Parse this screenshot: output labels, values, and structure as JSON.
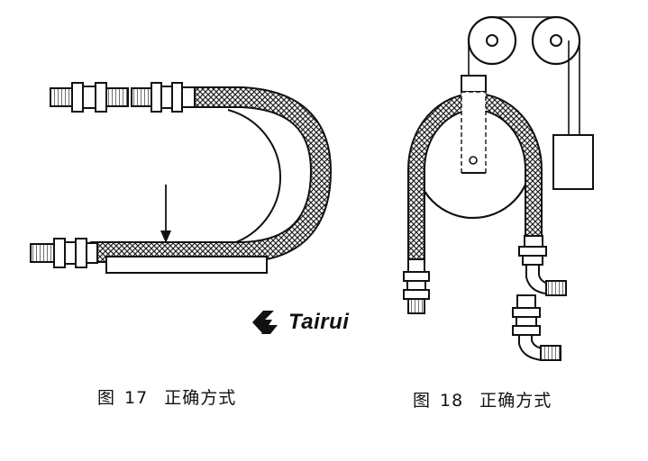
{
  "brand": {
    "name": "Tairui",
    "logo_icon": "tairui-logo-icon"
  },
  "figures": [
    {
      "label": "图",
      "number": "17",
      "caption": "正确方式"
    },
    {
      "label": "图",
      "number": "18",
      "caption": "正确方式"
    }
  ],
  "colors": {
    "ink": "#111111",
    "paper": "#ffffff",
    "braid": "#222222"
  }
}
